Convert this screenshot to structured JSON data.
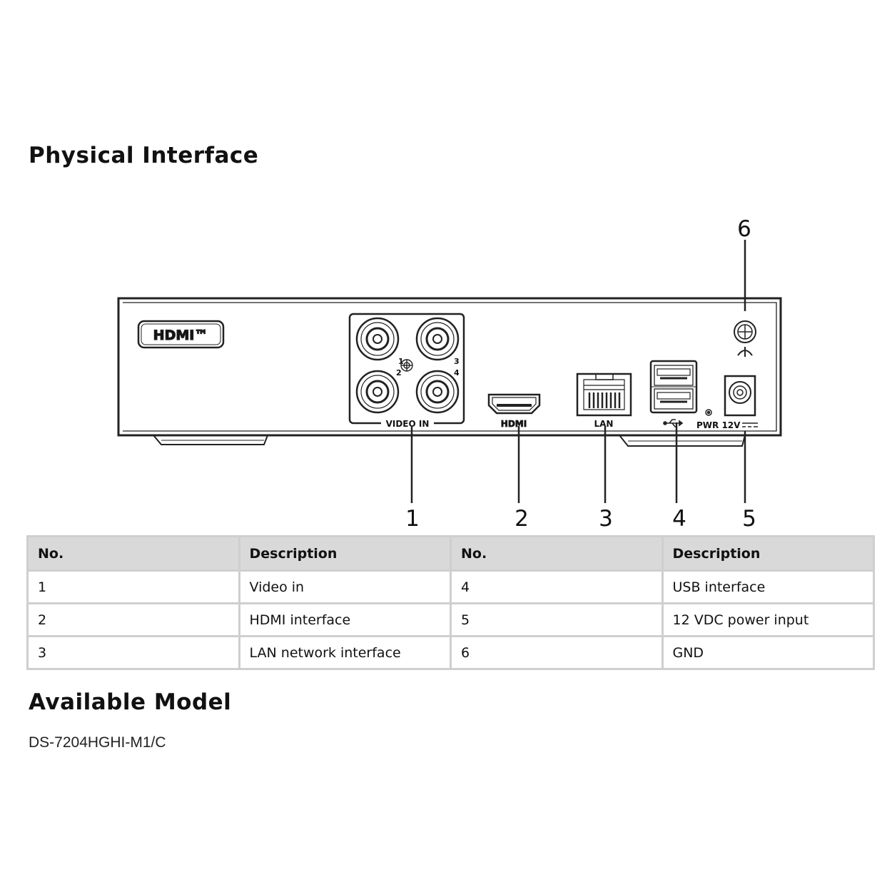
{
  "sections": {
    "physical_title": "Physical Interface",
    "model_title": "Available Model"
  },
  "diagram": {
    "callouts": [
      "1",
      "2",
      "3",
      "4",
      "5",
      "6"
    ],
    "panel_labels": {
      "hdmi_logo": "HDMI™",
      "video_in": "VIDEO IN",
      "hdmi_port": "HDMI",
      "lan": "LAN",
      "power": "PWR 12V",
      "bnc_numbers": [
        "1",
        "2",
        "3",
        "4"
      ]
    },
    "icons": [
      "usb-icon",
      "ground-icon",
      "power-led-icon"
    ]
  },
  "table": {
    "headers": [
      "No.",
      "Description",
      "No.",
      "Description"
    ],
    "rows": [
      [
        "1",
        "Video in",
        "4",
        "USB interface"
      ],
      [
        "2",
        "HDMI interface",
        "5",
        "12 VDC power input"
      ],
      [
        "3",
        "LAN network interface",
        "6",
        "GND"
      ]
    ]
  },
  "model": "DS-7204HGHI-M1/C"
}
